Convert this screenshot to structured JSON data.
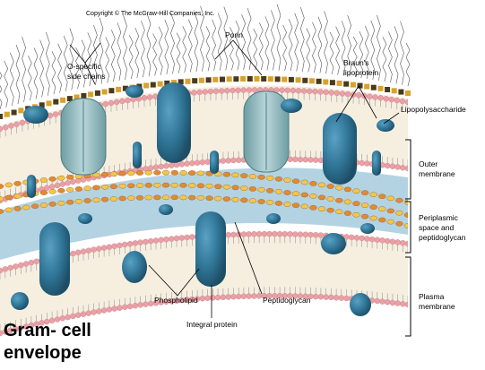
{
  "copyright": "Copyright © The McGraw-Hill Companies, Inc.",
  "labels": {
    "o_specific_1": "O-specific",
    "o_specific_2": "side chains",
    "porin": "Porin",
    "brauns_1": "Braun's",
    "brauns_2": "lipoprotein",
    "lps": "Lipopolysaccharide",
    "phospholipid": "Phospholipid",
    "peptidoglycan": "Peptidoglycan",
    "integral_protein": "Integral protein"
  },
  "regions": {
    "outer_1": "Outer",
    "outer_2": "membrane",
    "peri_1": "Periplasmic",
    "peri_2": "space and",
    "peri_3": "peptidoglycan",
    "plasma_1": "Plasma",
    "plasma_2": "membrane"
  },
  "title": {
    "line1": "Gram- cell",
    "line2": "envelope"
  },
  "colors": {
    "protein": "#2e7394",
    "porin": "#8fb8bd",
    "lipid_head": "#e9a0a6",
    "lps_block": "#4a3a1c",
    "lps_yellow": "#d9a22a",
    "periplasm": "#b4d3e2",
    "peptidoglycan_orange": "#e08a32",
    "peptidoglycan_yellow": "#f2c64b"
  }
}
